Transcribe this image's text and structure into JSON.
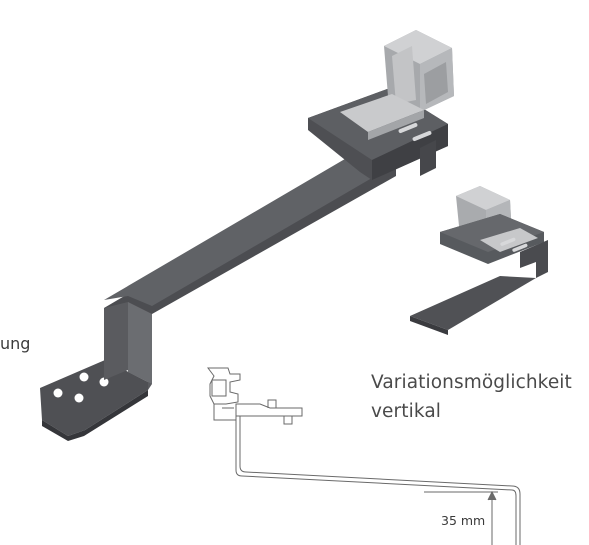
{
  "labels": {
    "partial_left": "ung",
    "variation_line1": "Variationsmöglichkeit",
    "variation_line2": "vertikal",
    "dimension": "35 mm"
  },
  "colors": {
    "metal_dark": "#4a4b4e",
    "metal_mid": "#5e6064",
    "metal_light": "#7a7c80",
    "clip_light": "#c9cacc",
    "clip_mid": "#a9abae",
    "text": "#4a4a4a",
    "line": "#6a6a6a"
  }
}
